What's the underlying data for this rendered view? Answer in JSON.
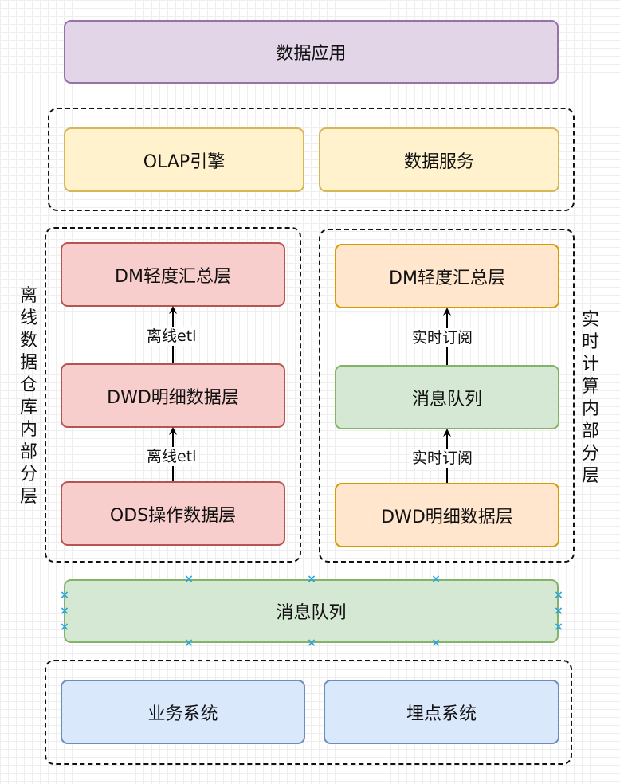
{
  "top": {
    "app": "数据应用"
  },
  "service_layer": {
    "olap": "OLAP引擎",
    "data_service": "数据服务"
  },
  "offline": {
    "side_label": "离线数据仓库内部分层",
    "dm": "DM轻度汇总层",
    "dwd": "DWD明细数据层",
    "ods": "ODS操作数据层",
    "edge_upper": "离线etl",
    "edge_lower": "离线etl"
  },
  "realtime": {
    "side_label": "实时计算内部分层",
    "dm": "DM轻度汇总层",
    "queue": "消息队列",
    "dwd": "DWD明细数据层",
    "edge_upper": "实时订阅",
    "edge_lower": "实时订阅"
  },
  "message_queue": "消息队列",
  "sources": {
    "business": "业务系统",
    "tracking": "埋点系统"
  },
  "colors": {
    "purple_fill": "#e1d5e7",
    "purple_stroke": "#9673a6",
    "yellow_fill": "#fff2cc",
    "yellow_stroke": "#d6b656",
    "red_fill": "#f8cecc",
    "red_stroke": "#b85450",
    "orange_fill": "#ffe6cc",
    "orange_stroke": "#d79b00",
    "green_fill": "#d5e8d4",
    "green_stroke": "#82b366",
    "blue_fill": "#dae8fc",
    "blue_stroke": "#6c8ebf",
    "selection_handle": "#29a3e0"
  }
}
